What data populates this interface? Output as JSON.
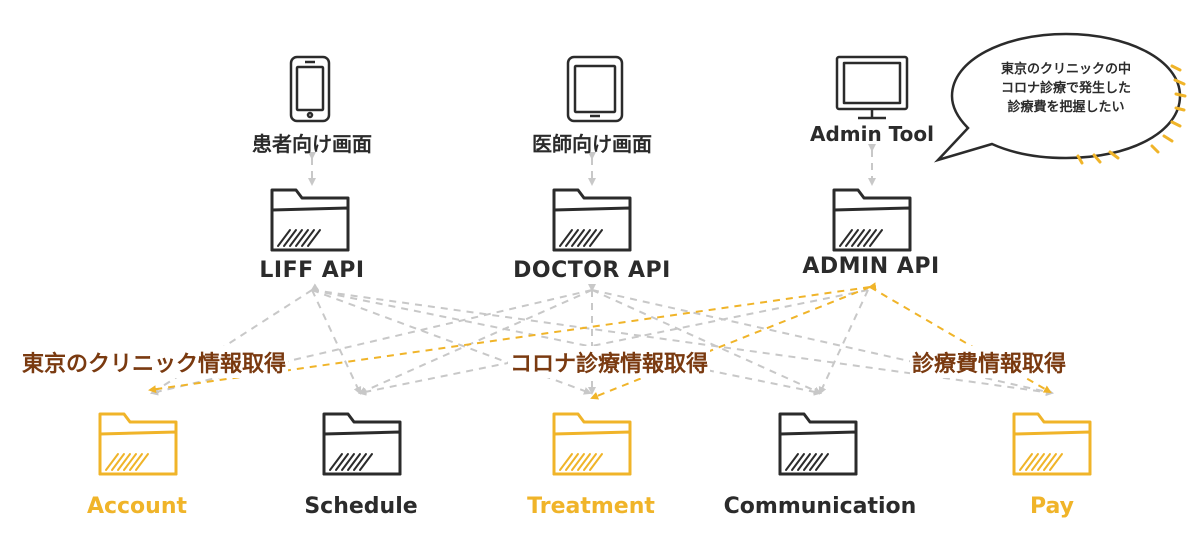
{
  "devices": [
    {
      "id": "patient",
      "label": "患者向け画面",
      "icon": "smartphone-icon"
    },
    {
      "id": "doctor",
      "label": "医師向け画面",
      "icon": "tablet-icon"
    },
    {
      "id": "admin",
      "label": "Admin Tool",
      "icon": "monitor-icon"
    }
  ],
  "apis": [
    {
      "id": "liff",
      "label": "LIFF API"
    },
    {
      "id": "doctor",
      "label": "DOCTOR API"
    },
    {
      "id": "admin",
      "label": "ADMIN API"
    }
  ],
  "modules": [
    {
      "id": "account",
      "label": "Account",
      "highlighted": true
    },
    {
      "id": "schedule",
      "label": "Schedule",
      "highlighted": false
    },
    {
      "id": "treatment",
      "label": "Treatment",
      "highlighted": true
    },
    {
      "id": "communication",
      "label": "Communication",
      "highlighted": false
    },
    {
      "id": "pay",
      "label": "Pay",
      "highlighted": true
    }
  ],
  "flow_labels": [
    "東京のクリニック情報取得",
    "コロナ診療情報取得",
    "診療費情報取得"
  ],
  "bubble": {
    "lines": [
      "東京のクリニックの中",
      "コロナ診療で発生した",
      "診療費を把握したい"
    ]
  },
  "colors": {
    "highlight": "#f0b429",
    "neutral": "#2b2b2b",
    "flow_text": "#7a3a10",
    "connector_gray": "#c8c8c8",
    "connector_yellow": "#f0b429"
  }
}
